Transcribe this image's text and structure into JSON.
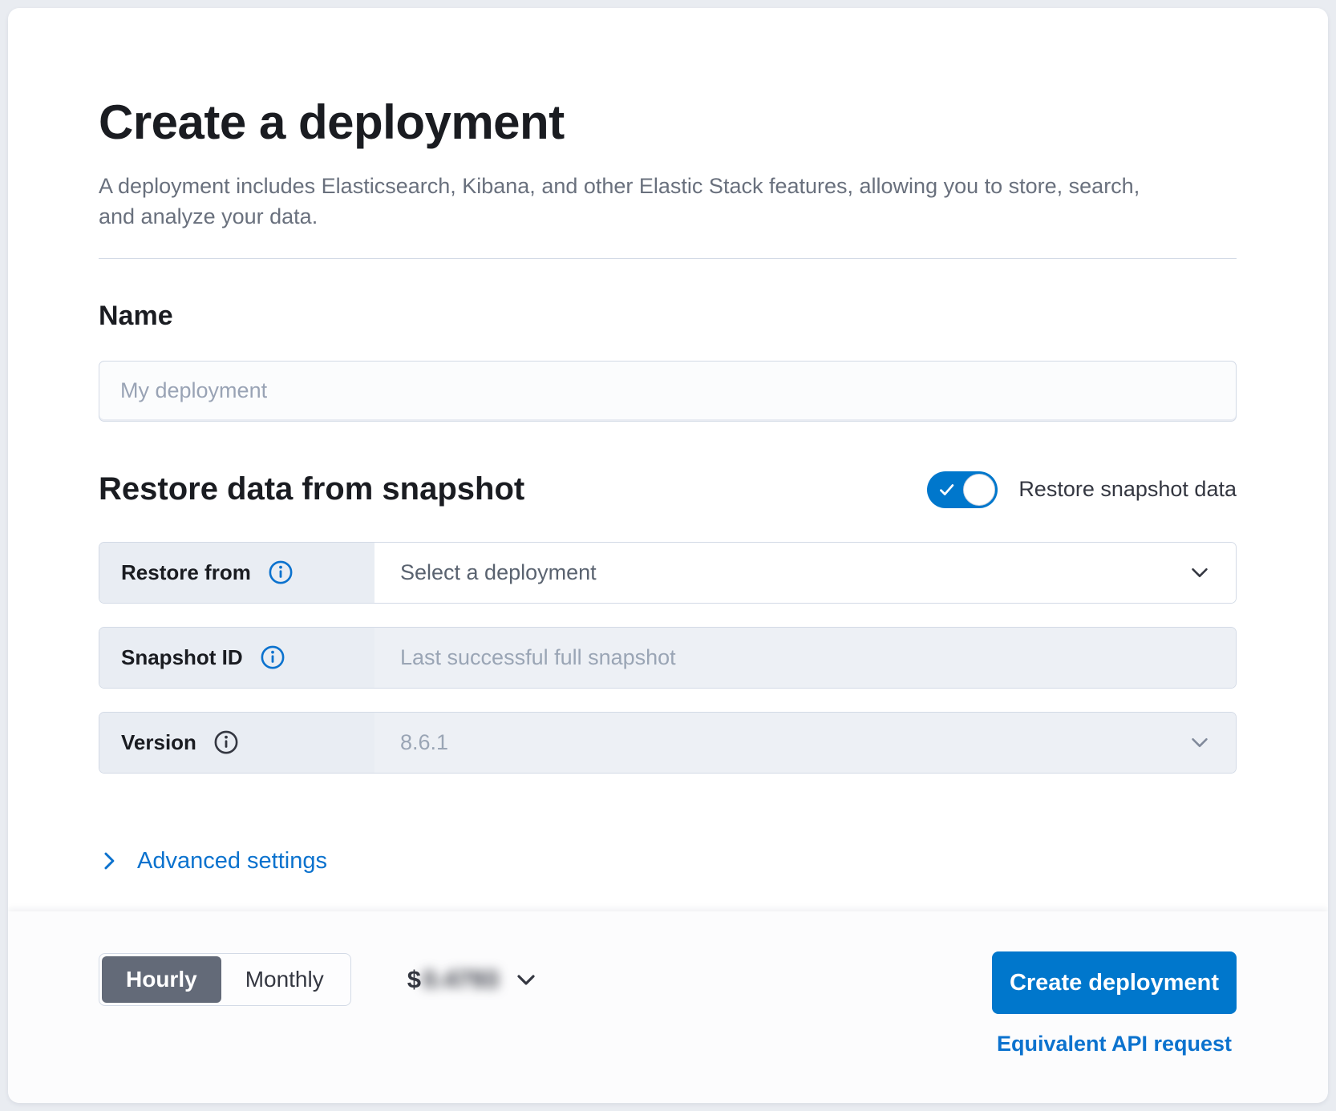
{
  "page": {
    "title": "Create a deployment",
    "subtitle": "A deployment includes Elasticsearch, Kibana, and other Elastic Stack features, allowing you to store, search, and analyze your data."
  },
  "name_section": {
    "heading": "Name",
    "input_placeholder": "My deployment"
  },
  "snapshot_section": {
    "heading": "Restore data from snapshot",
    "toggle_label": "Restore snapshot data",
    "toggle_on": true,
    "rows": [
      {
        "label": "Restore from",
        "value": "Select a deployment",
        "type": "select",
        "enabled": true
      },
      {
        "label": "Snapshot ID",
        "placeholder": "Last successful full snapshot",
        "type": "input",
        "enabled": false
      },
      {
        "label": "Version",
        "value": "8.6.1",
        "type": "select",
        "enabled": false
      }
    ]
  },
  "advanced_settings": {
    "label": "Advanced settings"
  },
  "footer": {
    "billing": {
      "options": [
        "Hourly",
        "Monthly"
      ],
      "selected": "Hourly"
    },
    "price": {
      "currency": "$",
      "amount": "0.4793",
      "blurred": true
    },
    "create_button_label": "Create deployment",
    "api_link_label": "Equivalent API request"
  },
  "colors": {
    "accent_blue": "#0077cc",
    "link_blue": "#0b72ce",
    "selected_billing_gray": "#636a78",
    "row_label_bg": "#e9edf3",
    "disabled_field_bg": "#edf0f5",
    "border": "#d3dae6",
    "heading_text": "#1a1c21",
    "muted_text": "#69707d"
  }
}
